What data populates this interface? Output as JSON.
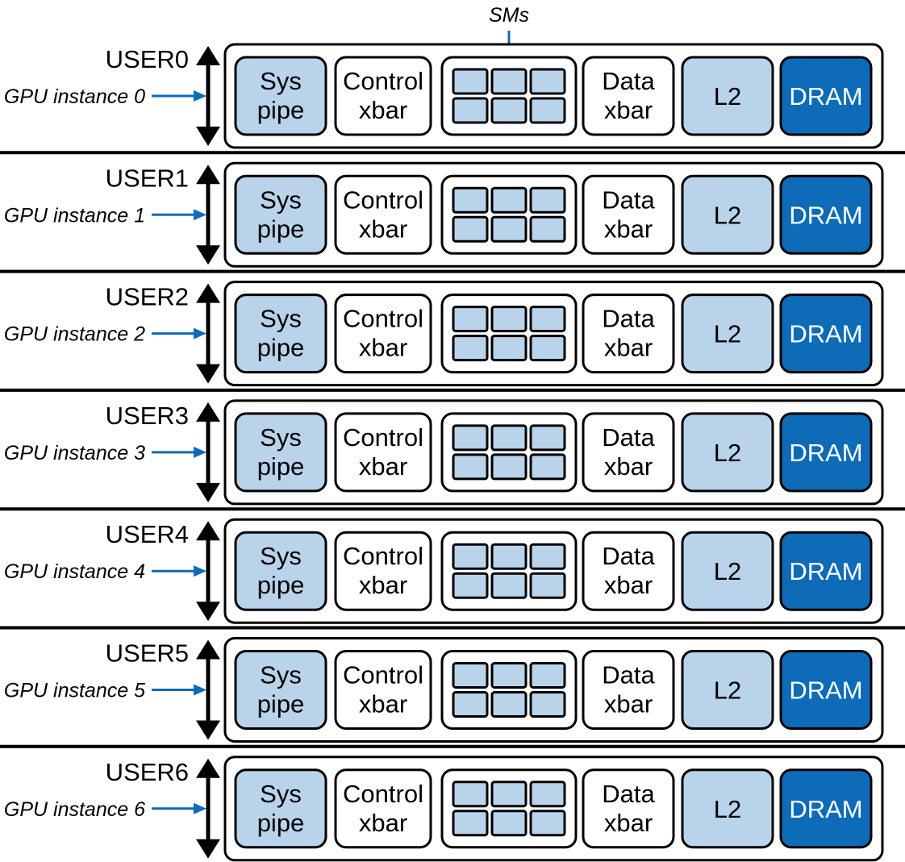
{
  "sms_label": "SMs",
  "colors": {
    "light_blue": "#b8d3ea",
    "dark_blue": "#0e6bb8",
    "arrow_blue": "#0e6bb8",
    "stroke": "#000000"
  },
  "rows": [
    {
      "user": "USER0",
      "instance": "GPU instance 0"
    },
    {
      "user": "USER1",
      "instance": "GPU instance 1"
    },
    {
      "user": "USER2",
      "instance": "GPU instance 2"
    },
    {
      "user": "USER3",
      "instance": "GPU instance 3"
    },
    {
      "user": "USER4",
      "instance": "GPU instance 4"
    },
    {
      "user": "USER5",
      "instance": "GPU instance 5"
    },
    {
      "user": "USER6",
      "instance": "GPU instance 6"
    }
  ],
  "blocks": [
    {
      "id": "sys-pipe",
      "lines": [
        "Sys",
        "pipe"
      ],
      "fill": "light"
    },
    {
      "id": "control-xbar",
      "lines": [
        "Control",
        "xbar"
      ],
      "fill": "white"
    },
    {
      "id": "sm-grid",
      "lines": [],
      "fill": "white"
    },
    {
      "id": "data-xbar",
      "lines": [
        "Data",
        "xbar"
      ],
      "fill": "white"
    },
    {
      "id": "l2",
      "lines": [
        "L2"
      ],
      "fill": "light"
    },
    {
      "id": "dram",
      "lines": [
        "DRAM"
      ],
      "fill": "dark"
    }
  ]
}
